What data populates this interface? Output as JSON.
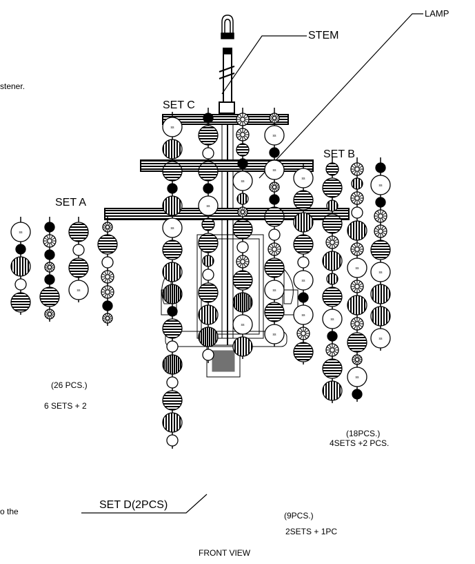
{
  "labels": {
    "lamp": "LAMP",
    "stem": "STEM",
    "set_c": "SET C",
    "set_b": "SET B",
    "set_a": "SET A",
    "set_d": "SET D(2PCS)",
    "fastener_fragment": "stener.",
    "the_fragment": "o the",
    "front_view": "FRONT VIEW"
  },
  "counts": {
    "set_a_pcs": "(26 PCS.)",
    "set_a_sets": "6 SETS + 2",
    "set_b_pcs": "(18PCS.)",
    "set_b_sets": "4SETS +2 PCS.",
    "set_d_pcs": "(9PCS.)",
    "set_d_sets": "2SETS + 1PC"
  },
  "bead_label": "ss"
}
